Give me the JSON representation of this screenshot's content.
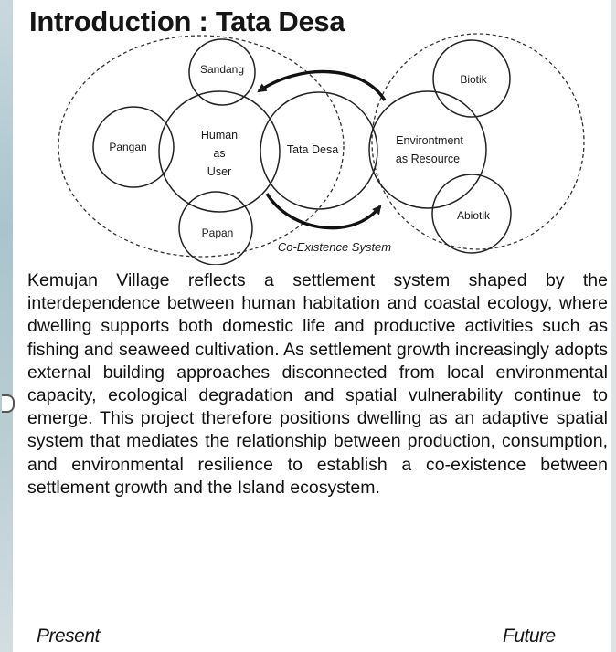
{
  "title": "Introduction : Tata Desa",
  "diagram": {
    "nodes": {
      "sandang": "Sandang",
      "pangan": "Pangan",
      "human_line1": "Human",
      "human_line2": "as",
      "human_line3": "User",
      "papan": "Papan",
      "tata_desa": "Tata Desa",
      "environment_line1": "Environtment",
      "environment_line2": "as Resource",
      "biotik": "Biotik",
      "abiotik": "Abiotik"
    },
    "caption": "Co-Existence System"
  },
  "body_text": "Kemujan Village reflects a settlement system shaped by the interdependence between human habitation and coastal ecology, where dwelling supports both domestic life and productive activities such as fishing and seaweed cultivation. As settlement growth increasingly adopts external building approaches disconnected from local environmental capacity, ecological degradation and spatial vulnerability continue to emerge. This project therefore positions dwelling as an adaptive spatial system that mediates the relationship between production, consumption, and environmental resilience to establish a co-existence between settlement growth and the Island ecosystem.",
  "footer": {
    "present": "Present",
    "future": "Future"
  }
}
